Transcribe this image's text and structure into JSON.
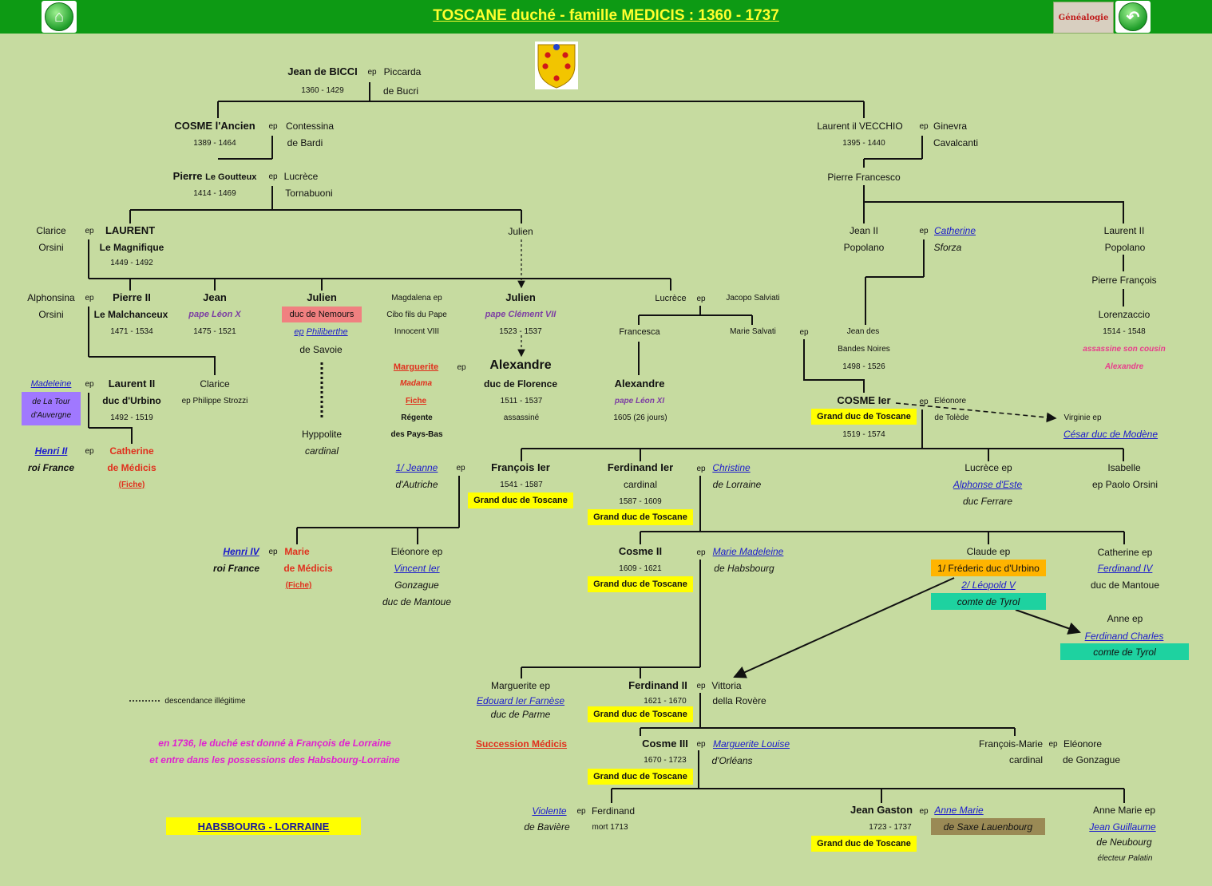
{
  "header": {
    "title": "TOSCANE duché - famille MEDICIS : 1360 - 1737",
    "genealogie_label": "Généalogie"
  },
  "colors": {
    "header": "#0d9a14",
    "title": "#ffff2e",
    "background": "#c6dba0",
    "grand_duc_box": "#ffff00",
    "teal_box": "#1ed2a0",
    "orange_box": "#ffb400",
    "violet_box": "#a078ff"
  },
  "labels": {
    "ep": "ep",
    "grand_duc": "Grand duc de Toscane"
  },
  "p": {
    "jean_bicci": "Jean de BICCI",
    "jean_bicci_dates": "1360 - 1429",
    "piccarda": "Piccarda",
    "de_bucri": "de Bucri",
    "cosme_ancien": "COSME l'Ancien",
    "cosme_ancien_dates": "1389 - 1464",
    "contessina": "Contessina",
    "de_bardi": "de Bardi",
    "pierre_goutteux_a": "Pierre",
    "pierre_goutteux_b": "Le Goutteux",
    "pierre_goutteux_dates": "1414 - 1469",
    "lucrece_t": "Lucrèce",
    "tornabuoni": "Tornabuoni",
    "laurent_vecchio": "Laurent il VECCHIO",
    "laurent_vecchio_dates": "1395 - 1440",
    "ginevra": "Ginevra",
    "cavalcanti": "Cavalcanti",
    "pierre_francesco": "Pierre Francesco",
    "clarice": "Clarice",
    "orsini": "Orsini",
    "laurent": "LAURENT",
    "magnifique": "Le Magnifique",
    "laurent_dates": "1449 - 1492",
    "julien_a": "Julien",
    "jean_popolano": "Jean II",
    "popolano": "Popolano",
    "catherine_sforza_a": "Catherine",
    "sforza": "Sforza",
    "laurent_popolano": "Laurent II",
    "popolano2": "Popolano",
    "alphonsina": "Alphonsina",
    "orsini2": "Orsini",
    "pierre2": "Pierre II",
    "malchanceux": "Le Malchanceux",
    "pierre2_dates": "1471 - 1534",
    "jean_leon": "Jean",
    "leon_x": "pape Léon X",
    "jean_leon_dates": "1475 - 1521",
    "julien_nemours": "Julien",
    "nemours": "duc de Nemours",
    "philiberthe": "Philiberthe",
    "de_savoie": "de Savoie",
    "magdalena": "Magdalena ep",
    "cibo": "Cibo fils du Pape",
    "innocent": "Innocent VIII",
    "julien_clement": "Julien",
    "clement": "pape Clément VII",
    "clement_dates": "1523 - 1537",
    "lucrece_s": "Lucrèce",
    "jacopo": "Jacopo Salviati",
    "pierre_francois": "Pierre François",
    "francesca": "Francesca",
    "marie_salvati": "Marie Salvati",
    "jean_bandes": "Jean des",
    "bandes_noires": "Bandes Noires",
    "jean_bandes_dates": "1498 - 1526",
    "lorenzaccio": "Lorenzaccio",
    "lorenzaccio_dates": "1514 - 1548",
    "assassine": "assassine son cousin",
    "alexandre_p": "Alexandre",
    "madeleine": "Madeleine",
    "la_tour": "de La Tour",
    "auvergne": "d'Auvergne",
    "laurent2": "Laurent II",
    "urbino": "duc d'Urbino",
    "laurent2_dates": "1492 - 1519",
    "clarice2": "Clarice",
    "strozzi": "ep Philippe Strozzi",
    "marguerite_m": "Marguerite",
    "madama": "Madama",
    "fiche": "Fiche",
    "regente": "Régente",
    "pays_bas": "des Pays-Bas",
    "alexandre": "Alexandre",
    "florence": "duc de Florence",
    "alexandre_dates": "1511 - 1537",
    "assassine2": "assassiné",
    "alexandre_leon": "Alexandre",
    "leon_xi": "pape Léon XI",
    "leon_xi_dates": "1605 (26 jours)",
    "cosme1": "COSME Ier",
    "cosme1_dates": "1519 - 1574",
    "eleonore_t": "Eléonore",
    "de_tolede": "de Tolède",
    "virginie": "Virginie ep",
    "cesar": "César duc de Modène",
    "hippolyte": "Hyppolite",
    "cardinal_h": "cardinal",
    "henri2": "Henri II",
    "roi_france": "roi France",
    "catherine_m": "Catherine",
    "de_medicis": "de Médicis",
    "fiche_c": "(Fiche)",
    "jeanne": "1/ Jeanne",
    "autriche": "d'Autriche",
    "francois1": "François Ier",
    "francois1_dates": "1541 - 1587",
    "ferdinand1": "Ferdinand Ier",
    "cardinal_f": "cardinal",
    "ferdinand1_dates": "1587 - 1609",
    "christine": "Christine",
    "de_lorraine": "de Lorraine",
    "lucrece_e": "Lucrèce ep",
    "alphonse": "Alphonse d'Este",
    "ferrare": "duc Ferrare",
    "isabelle": "Isabelle",
    "paolo": "ep Paolo Orsini",
    "henri4": "Henri IV",
    "roi_france2": "roi France",
    "marie": "Marie",
    "de_medicis2": "de Médicis",
    "fiche_m": "(Fiche)",
    "eleonore_g": "Eléonore ep",
    "vincent": "Vincent Ier",
    "gonzague": "Gonzague",
    "mantoue": "duc de Mantoue",
    "cosme2": "Cosme II",
    "cosme2_dates": "1609 - 1621",
    "marie_madeleine": "Marie Madeleine",
    "habsbourg": "de Habsbourg",
    "claude": "Claude ep",
    "frederic": "1/ Fréderic duc d'Urbino",
    "leopold": "2/ Léopold V",
    "tyrol": "comte de Tyrol",
    "catherine_g": "Catherine ep",
    "ferdinand_iv": "Ferdinand IV",
    "mantoue2": "duc de Mantoue",
    "anne": "Anne ep",
    "ferdinand_charles": "Ferdinand Charles",
    "tyrol2": "comte de Tyrol",
    "marguerite_f": "Marguerite ep",
    "edouard": "Edouard  Ier Farnèse",
    "parme": "duc de Parme",
    "ferdinand2": "Ferdinand II",
    "ferdinand2_dates": "1621 - 1670",
    "vittoria": "Vittoria",
    "rovere": "della Rovère",
    "cosme3": "Cosme III",
    "cosme3_dates": "1670 - 1723",
    "marguerite_louise": "Marguerite Louise",
    "orleans": "d'Orléans",
    "francois_marie": "François-Marie",
    "cardinal_fm": "cardinal",
    "eleonore_fm": "Eléonore",
    "gonzague2": "de Gonzague",
    "violente": "Violente ",
    "baviere": "de Bavière",
    "ferdinand_p": "Ferdinand",
    "mort": "mort 1713",
    "jean_gaston": "Jean Gaston",
    "jean_gaston_dates": "1723 - 1737",
    "anne_marie": " Anne Marie",
    "saxe": "de Saxe Lauenbourg",
    "anne_marie_e": "Anne Marie ep",
    "jean_guillaume": "Jean Guillaume ",
    "neubourg": "de Neubourg",
    "palatin": "électeur Palatin"
  },
  "legend": {
    "illegitime": "descendance illégitime"
  },
  "notes": {
    "line1": "en 1736, le duché est donné à François de Lorraine",
    "line2": "et entre dans les possessions des Habsbourg-Lorraine",
    "succession": "Succession Médicis",
    "habsbourg_lorraine": "HABSBOURG - LORRAINE"
  }
}
